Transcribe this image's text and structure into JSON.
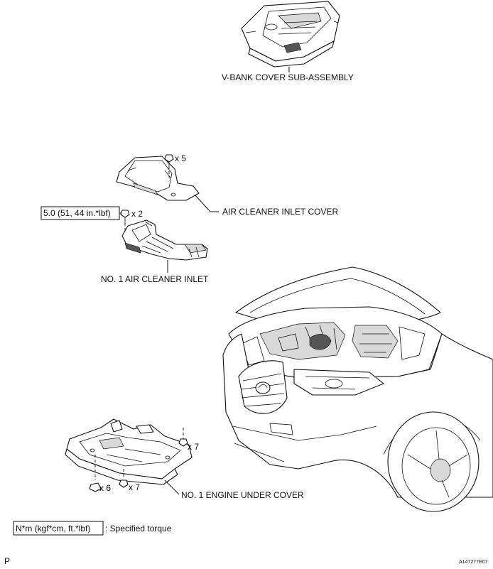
{
  "parts": {
    "vbank_cover": "V-BANK COVER SUB-ASSEMBLY",
    "air_cleaner_inlet_cover": "AIR CLEANER INLET COVER",
    "no1_air_cleaner_inlet": "NO. 1 AIR CLEANER INLET",
    "no1_engine_under_cover": "NO. 1 ENGINE UNDER COVER"
  },
  "fasteners": {
    "inlet_cover_bolts": "x 5",
    "inlet_bolts": "x 2",
    "under_cover_right": "x 7",
    "under_cover_left": "x 6",
    "under_cover_bottom": "x 7"
  },
  "torque": {
    "inlet_bolts": "5.0 (51, 44 in.*lbf)"
  },
  "legend": {
    "key": "N*m (kgf*cm, ft.*lbf)",
    "description": ": Specified torque"
  },
  "footer": {
    "page_marker": "P",
    "figure_code": "A147277E07"
  }
}
